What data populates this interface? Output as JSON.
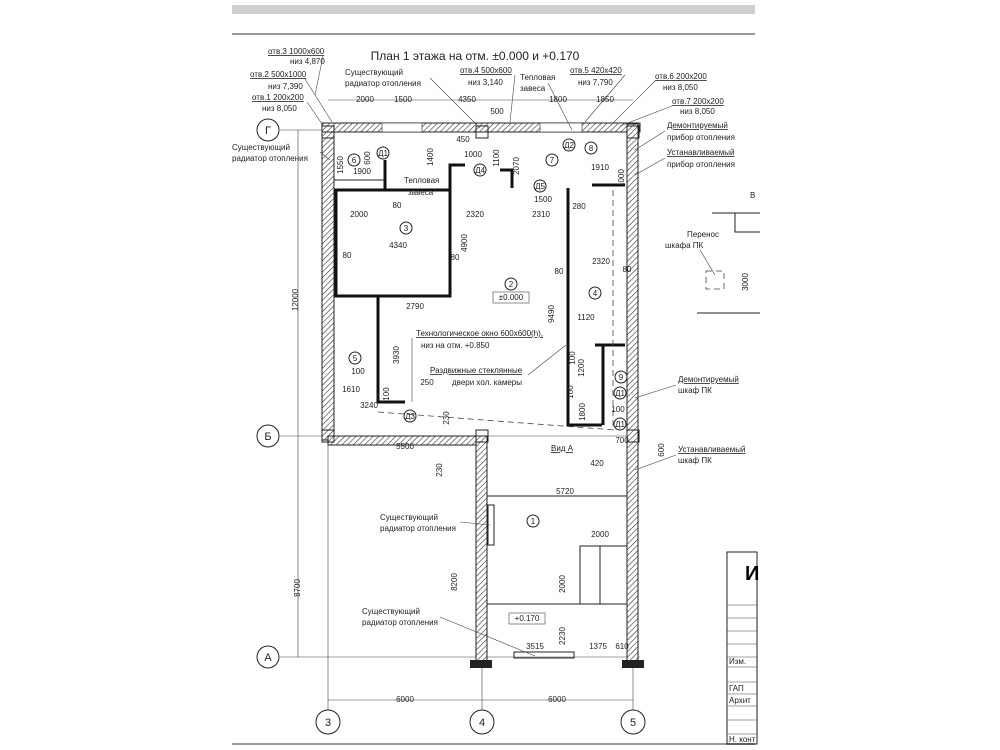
{
  "title": "План 1 этажа на отм. ±0.000 и +0.170",
  "openings": [
    {
      "mark": "отв.3 1000х600",
      "level": "низ 4,870"
    },
    {
      "mark": "отв.2 500х1000",
      "level": "низ 7,390"
    },
    {
      "mark": "отв.1 200х200",
      "level": "низ 8,050"
    },
    {
      "mark": "отв.4 500х600",
      "level": "низ 3,140"
    },
    {
      "mark": "отв.5 420х420",
      "level": "низ 7,790"
    },
    {
      "mark": "отв.6 200х200",
      "level": "низ 8,050"
    },
    {
      "mark": "отв.7 200х200",
      "level": "низ 8,050"
    }
  ],
  "notes": {
    "radiator_l1": "Существующий",
    "radiator_l2": "радиатор отопления",
    "curtain_l1": "Тепловая",
    "curtain_l2": "завеса",
    "dismount_heater_l1": "Демонтируемый",
    "dismount_heater_l2": "прибор отопления",
    "install_heater_l1": "Устанавливаемый",
    "install_heater_l2": "прибор отопления",
    "tech_window_l1": "Технологическое окно 600х600(h),",
    "tech_window_l2": "низ на отм. +0.850",
    "sliding_l1": "Раздвижные стеклянные",
    "sliding_l2": "двери хол. камеры",
    "view_a": "Вид А",
    "move_cab_l1": "Перенос",
    "move_cab_l2": "шкафа ПК",
    "dismount_cab_l1": "Демонтируемый",
    "dismount_cab_l2": "шкаф ПК",
    "install_cab_l1": "Устанавливаемый",
    "install_cab_l2": "шкаф ПК",
    "view_partial": "В"
  },
  "axes": {
    "g": "Г",
    "b": "Б",
    "a": "А",
    "n3": "3",
    "n4": "4",
    "n5": "5"
  },
  "rooms": [
    "1",
    "2",
    "3",
    "4",
    "5",
    "6",
    "7",
    "8",
    "9"
  ],
  "levels": {
    "zero": "±0.000",
    "plus": "+0.170"
  },
  "doors": [
    "Д1",
    "Д2",
    "Д4",
    "Д5",
    "Д3",
    "Д1",
    "Д1"
  ],
  "dims": [
    "2000",
    "1500",
    "4350",
    "1800",
    "1850",
    "500",
    "450",
    "1000",
    "1400",
    "1900",
    "1550",
    "600",
    "2070",
    "1100",
    "1910",
    "1000",
    "1500",
    "280",
    "2000",
    "80",
    "2320",
    "2310",
    "4340",
    "80",
    "80",
    "4900",
    "12000",
    "2320",
    "80",
    "80",
    "2790",
    "9490",
    "1120",
    "3930",
    "100",
    "1610",
    "100",
    "250",
    "3240",
    "230",
    "5500",
    "230",
    "700",
    "420",
    "600",
    "5720",
    "8700",
    "8200",
    "2000",
    "2000",
    "2230",
    "3515",
    "1375",
    "610",
    "6000",
    "6000",
    "3000",
    "1200",
    "1800",
    "100",
    "100",
    "100"
  ],
  "title_block": {
    "big": "И",
    "izm": "Изм.",
    "gap": "ГАП",
    "arch": "Архит",
    "nkont": "Н. конт"
  }
}
